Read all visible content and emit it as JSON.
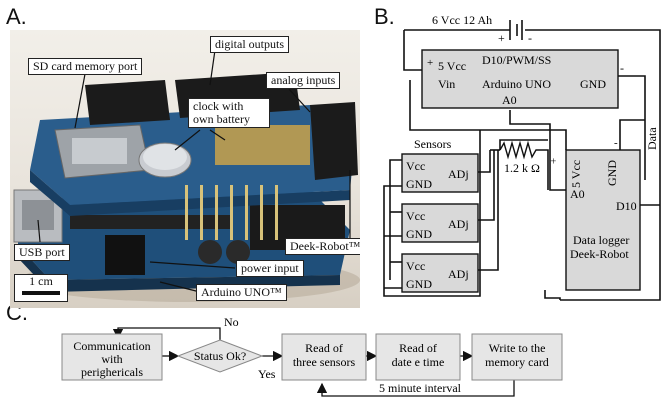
{
  "panels": {
    "a": "A.",
    "b": "B.",
    "c": "C."
  },
  "photo_labels": {
    "sd_card": "SD card memory port",
    "digital_outputs": "digital outputs",
    "analog_inputs": "analog inputs",
    "clock": "clock with own battery",
    "deek_robot": "Deek-Robot™",
    "usb_port": "USB port",
    "power_input": "power input",
    "arduino_uno": "Arduino UNO™",
    "scale": "1 cm"
  },
  "circuit": {
    "battery": "6 Vcc 12 Ah",
    "plus": "+",
    "minus": "-",
    "arduino_title": "Arduino UNO",
    "arduino_pin_5v": "5 Vcc",
    "arduino_pin_vin": "Vin",
    "arduino_pin_d10": "D10/PWM/SS",
    "arduino_pin_gnd": "GND",
    "arduino_pin_a0": "A0",
    "sensors_title": "Sensors",
    "sensor_vcc": "Vcc",
    "sensor_gnd": "GND",
    "sensor_adj": "ADj",
    "resistor": "1.2 k Ω",
    "logger_5v": "5 Vcc",
    "logger_gnd": "GND",
    "logger_a0": "A0",
    "logger_d10": "D10",
    "logger_title_1": "Data logger",
    "logger_title_2": "Deek-Robot",
    "data_label": "Data"
  },
  "flow": {
    "comm": [
      "Communication",
      "with",
      "perighericals"
    ],
    "status": "Status Ok?",
    "no": "No",
    "yes": "Yes",
    "read_sensors": [
      "Read of",
      "three sensors"
    ],
    "read_date": [
      "Read of",
      "date e time"
    ],
    "write_card": [
      "Write to the",
      "memory card"
    ],
    "interval": "5 minute interval"
  }
}
